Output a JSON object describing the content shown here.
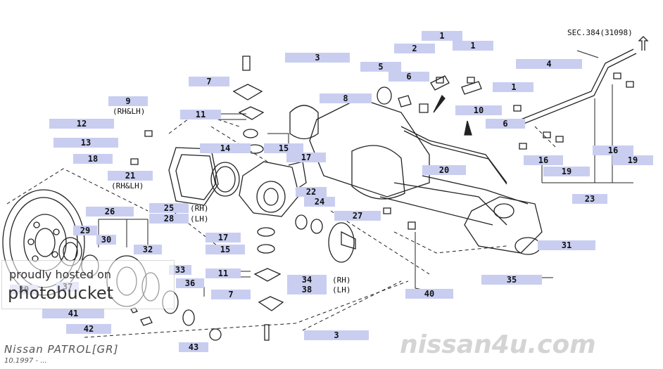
{
  "header": {
    "section_ref": "SEC.384(31098)"
  },
  "footer": {
    "model": "Nissan PATROL[GR]",
    "date": "10.1997 - ..."
  },
  "watermark": {
    "site": "nissan4u.com"
  },
  "overlay": {
    "line1": "proudly hosted on",
    "line2": "photobucket"
  },
  "callouts": [
    "1",
    "1",
    "1",
    "2",
    "3",
    "4",
    "5",
    "6",
    "7",
    "8",
    "9",
    "10",
    "11",
    "12",
    "13",
    "14",
    "15",
    "16",
    "16",
    "17",
    "18",
    "19",
    "19",
    "20",
    "21",
    "22",
    "23",
    "24",
    "25",
    "26",
    "27",
    "28",
    "29",
    "30",
    "31",
    "32",
    "33",
    "34",
    "35",
    "36",
    "37",
    "38",
    "39",
    "40",
    "41",
    "42",
    "43",
    "11",
    "15",
    "17",
    "7",
    "3",
    "6",
    "1"
  ],
  "variants": {
    "rh_lh": "(RH&LH)",
    "rh": "(RH)",
    "lh": "(LH)"
  },
  "colors": {
    "label_bg": "#c9cef0",
    "line": "#222222",
    "watermark": "#d4d4d4"
  }
}
